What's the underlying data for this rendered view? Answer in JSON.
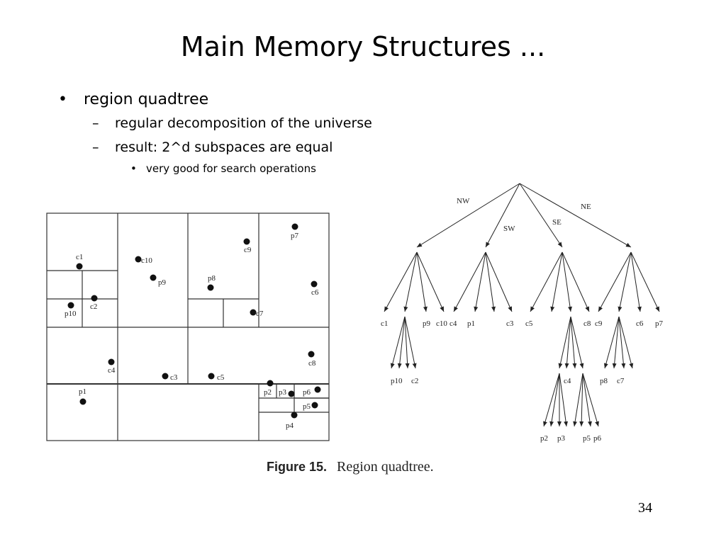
{
  "slide": {
    "title": "Main Memory Structures ...",
    "page_number": "34",
    "bullets": {
      "l1_marker": "•",
      "l1": "region quadtree",
      "l2_marker": "–",
      "l2": [
        "regular decomposition of the universe",
        "result: 2^d subspaces are equal"
      ],
      "l3_marker": "•",
      "l3": "very good for search operations"
    }
  },
  "figure": {
    "caption_label": "Figure 15.",
    "caption_text": "Region quadtree."
  },
  "quadtree_points": {
    "c1": "c1",
    "c10": "c10",
    "c9": "c9",
    "p7": "p7",
    "p9": "p9",
    "p8": "p8",
    "c6": "c6",
    "c2": "c2",
    "p10": "p10",
    "c7": "c7",
    "c4": "c4",
    "c3": "c3",
    "c5": "c5",
    "c8": "c8",
    "p1": "p1",
    "p2": "p2",
    "p3": "p3",
    "p6": "p6",
    "p5": "p5",
    "p4": "p4"
  },
  "tree": {
    "edges": {
      "nw": "NW",
      "sw": "SW",
      "se": "SE",
      "ne": "NE"
    },
    "leaves": {
      "c1": "c1",
      "p9": "p9",
      "c10": "c10",
      "c4": "c4",
      "p1": "p1",
      "c3": "c3",
      "c5": "c5",
      "c8": "c8",
      "c9": "c9",
      "c6": "c6",
      "p7": "p7"
    },
    "level3": {
      "p10": "p10",
      "c2": "c2",
      "c4": "c4",
      "p8": "p8",
      "c7": "c7"
    },
    "level4": {
      "p2": "p2",
      "p3": "p3",
      "p5": "p5",
      "p6": "p6"
    }
  }
}
